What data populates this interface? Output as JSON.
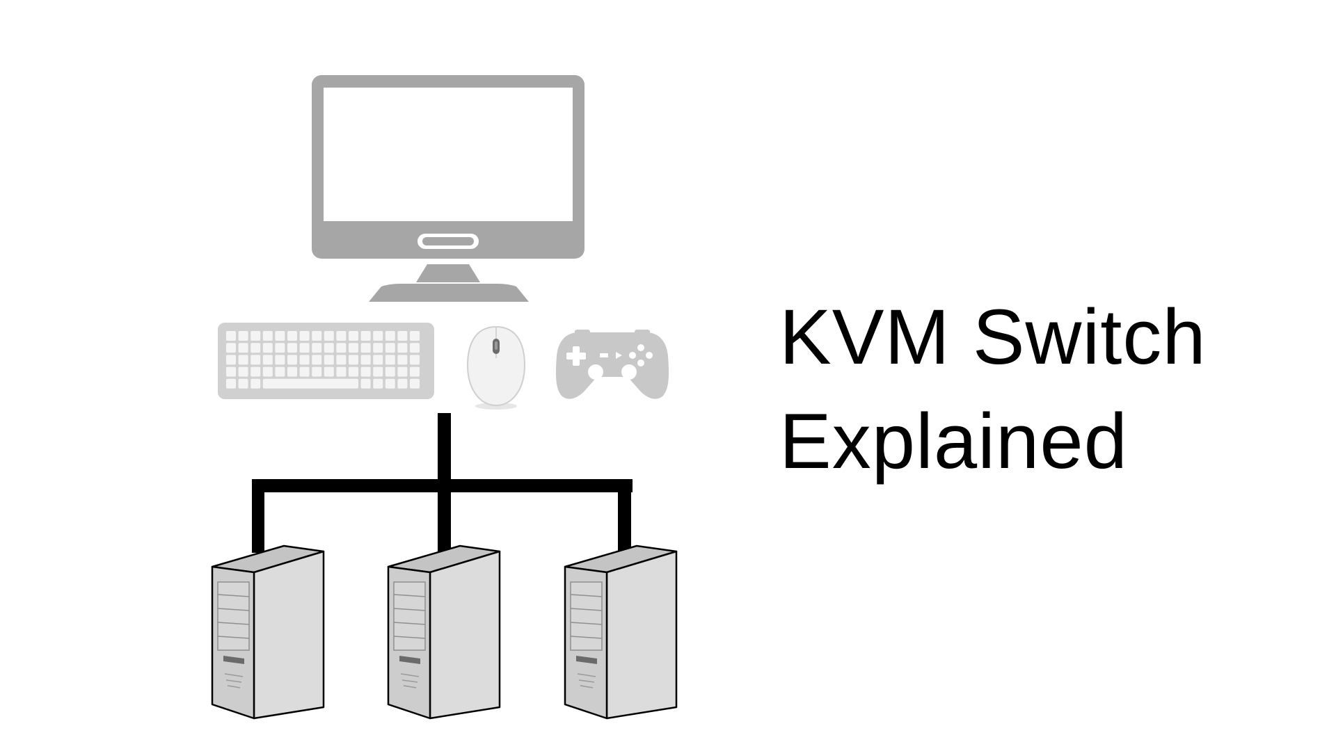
{
  "title": {
    "line1": "KVM Switch",
    "line2": "Explained"
  },
  "colors": {
    "background": "#ffffff",
    "device_gray": "#a6a6a6",
    "light_gray": "#e0e0e0",
    "cable": "#000000",
    "text": "#000000"
  },
  "icons": {
    "monitor": "monitor-icon",
    "keyboard": "keyboard-icon",
    "mouse": "mouse-icon",
    "gamepad": "gamepad-icon",
    "computer": "tower-computer-icon"
  },
  "computers_count": 3
}
